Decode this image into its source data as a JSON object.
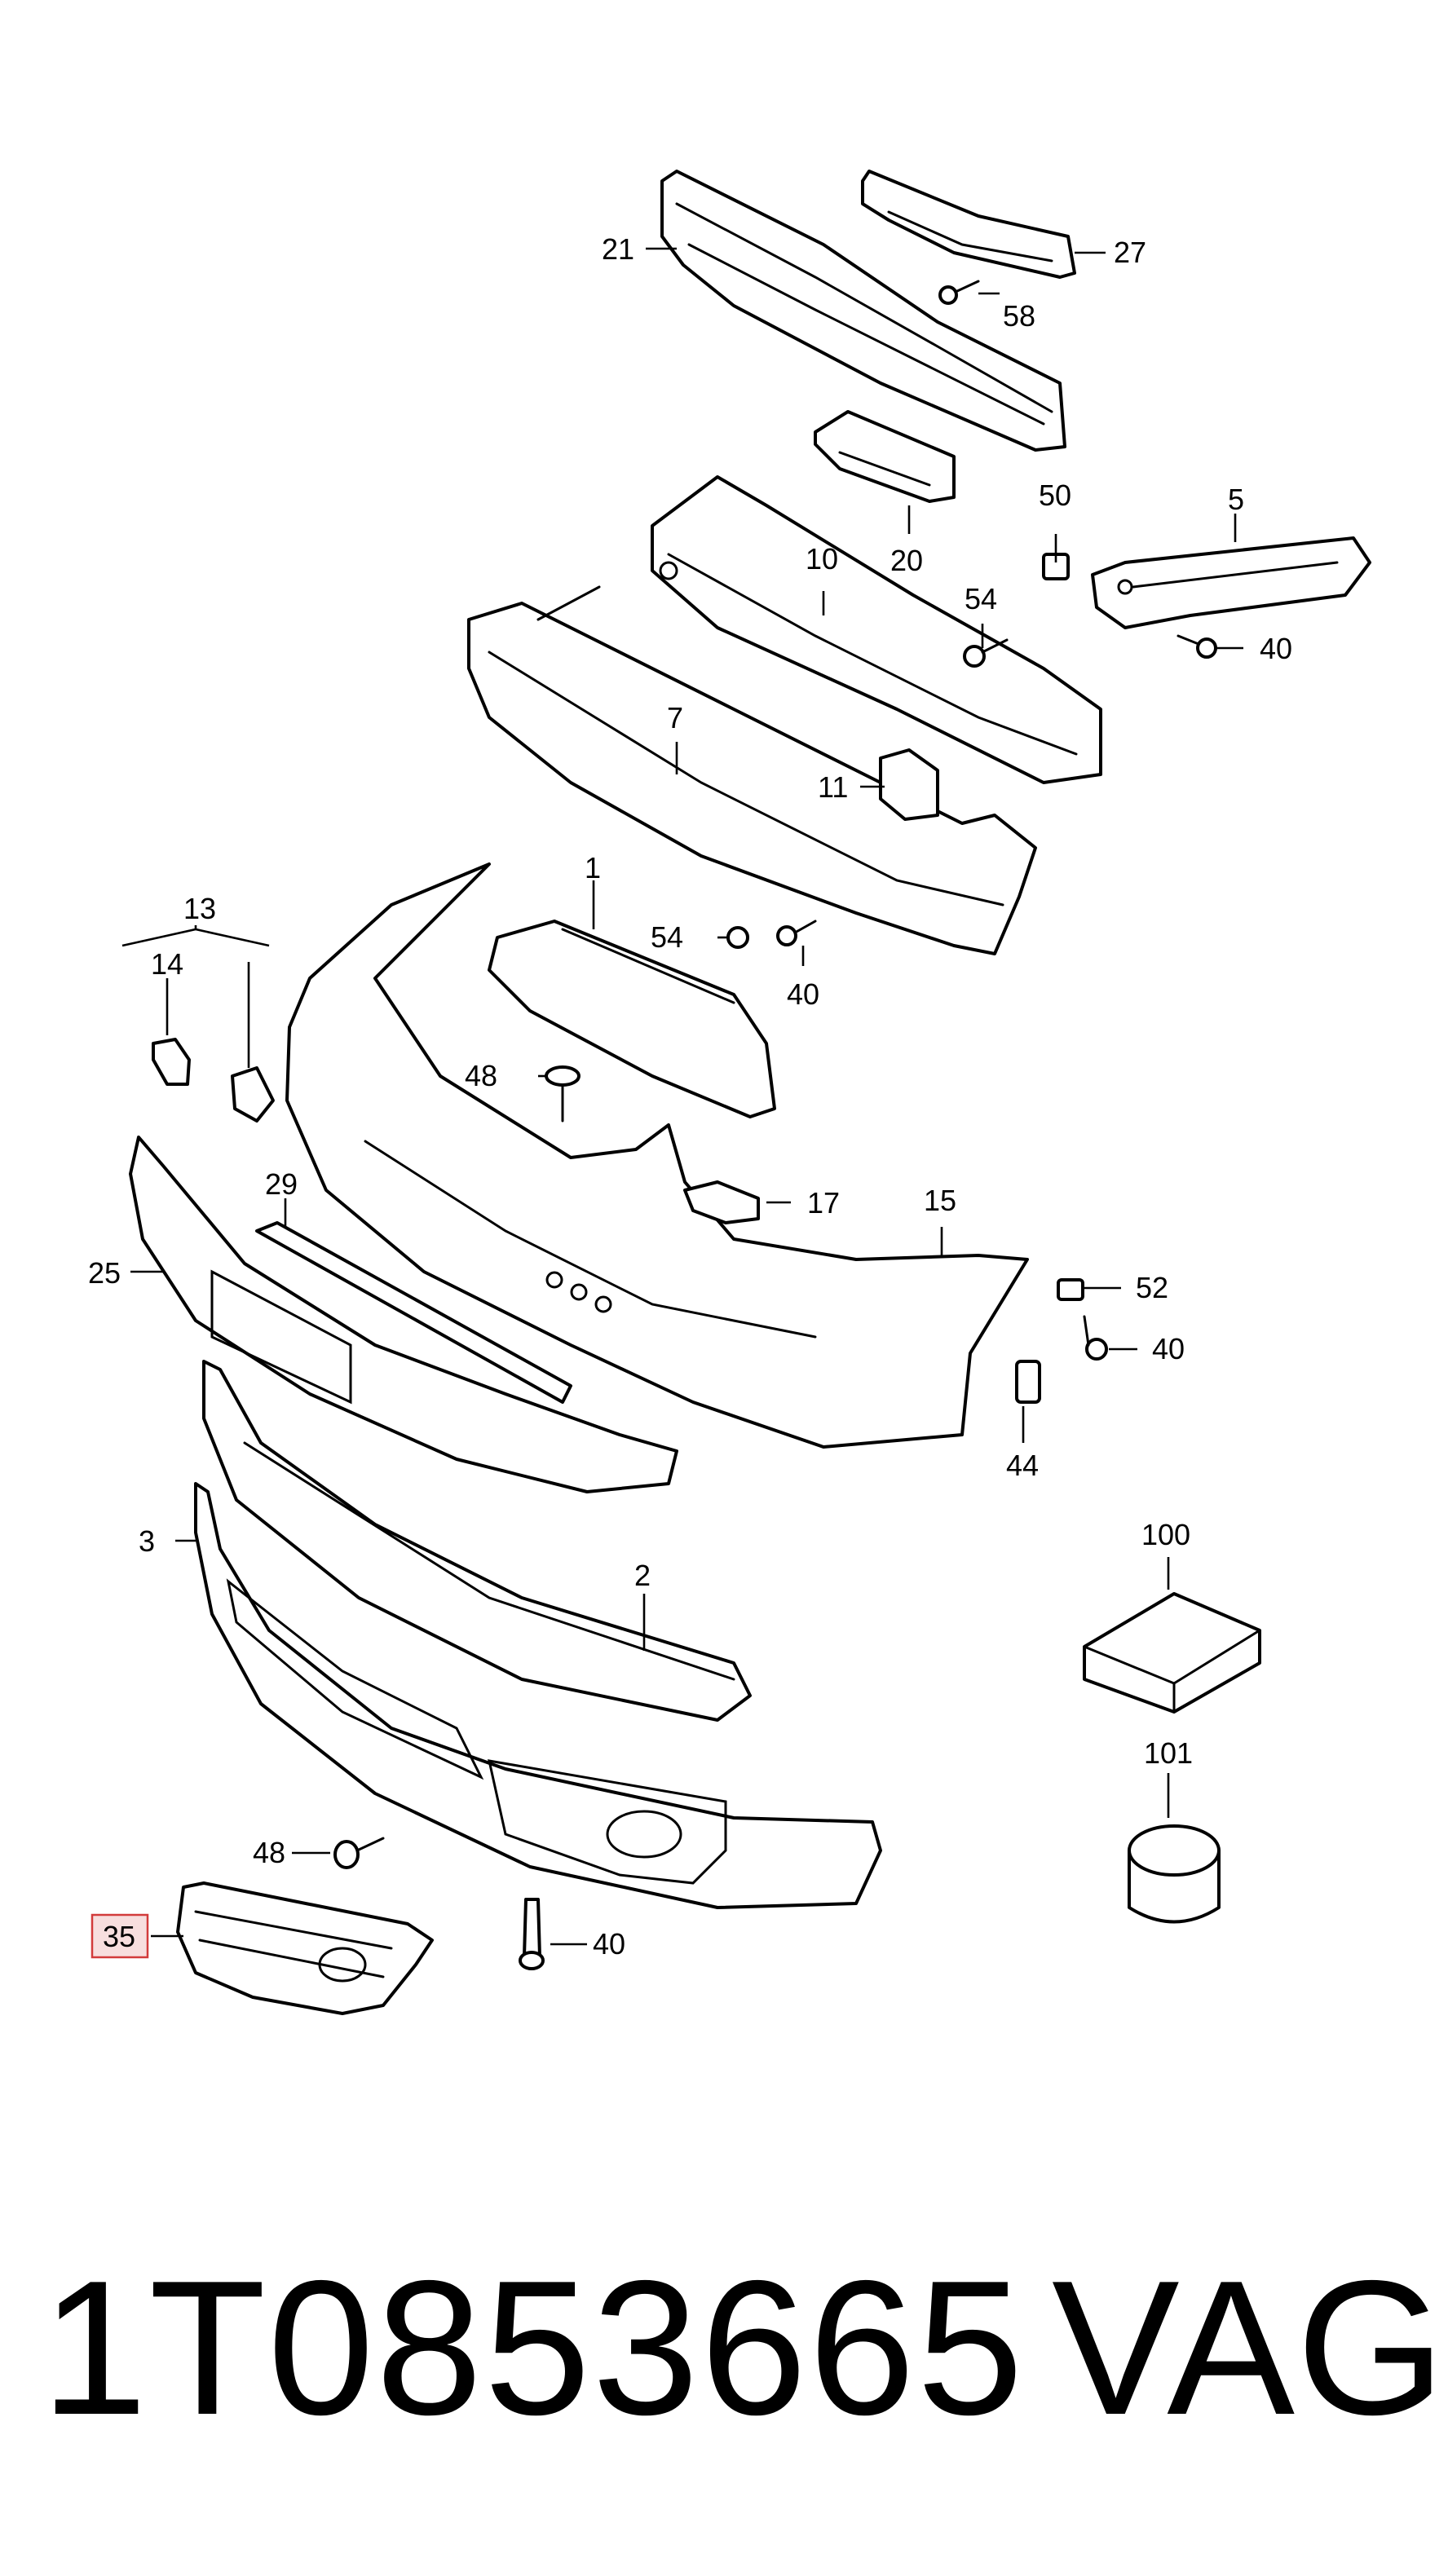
{
  "diagram": {
    "callouts": [
      {
        "id": "21",
        "label": "21"
      },
      {
        "id": "27",
        "label": "27"
      },
      {
        "id": "58",
        "label": "58"
      },
      {
        "id": "20",
        "label": "20"
      },
      {
        "id": "50",
        "label": "50"
      },
      {
        "id": "5",
        "label": "5"
      },
      {
        "id": "10",
        "label": "10"
      },
      {
        "id": "54a",
        "label": "54"
      },
      {
        "id": "40a",
        "label": "40"
      },
      {
        "id": "7",
        "label": "7"
      },
      {
        "id": "11",
        "label": "11"
      },
      {
        "id": "1",
        "label": "1"
      },
      {
        "id": "54b",
        "label": "54"
      },
      {
        "id": "40b",
        "label": "40"
      },
      {
        "id": "13",
        "label": "13"
      },
      {
        "id": "14",
        "label": "14"
      },
      {
        "id": "48a",
        "label": "48"
      },
      {
        "id": "17",
        "label": "17"
      },
      {
        "id": "15",
        "label": "15"
      },
      {
        "id": "29",
        "label": "29"
      },
      {
        "id": "25",
        "label": "25"
      },
      {
        "id": "52",
        "label": "52"
      },
      {
        "id": "40c",
        "label": "40"
      },
      {
        "id": "44",
        "label": "44"
      },
      {
        "id": "100",
        "label": "100"
      },
      {
        "id": "3",
        "label": "3"
      },
      {
        "id": "2",
        "label": "2"
      },
      {
        "id": "101",
        "label": "101"
      },
      {
        "id": "48b",
        "label": "48"
      },
      {
        "id": "35",
        "label": "35"
      },
      {
        "id": "40d",
        "label": "40"
      }
    ],
    "highlighted_callout": "35",
    "highlight_color": "#d23b3b"
  },
  "footer": {
    "part_number": "1T0853665",
    "brand": "VAG"
  }
}
